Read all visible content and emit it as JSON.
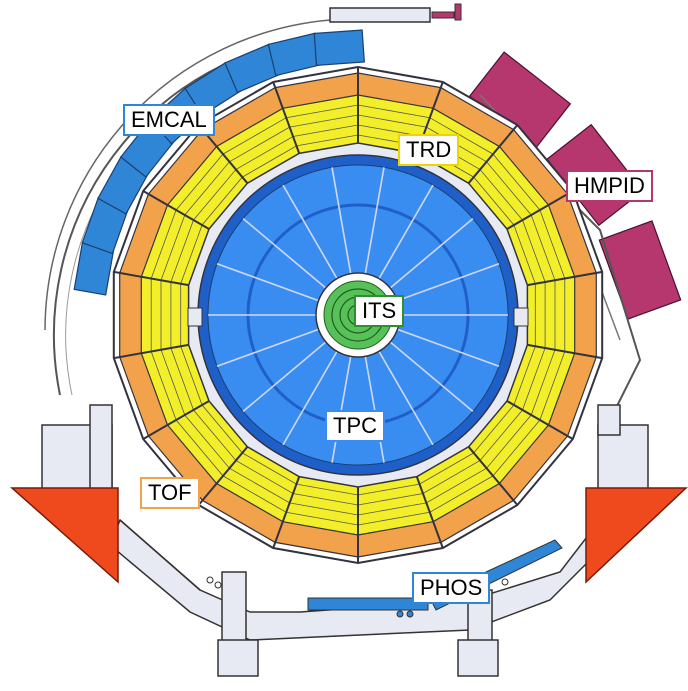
{
  "labels": {
    "emcal": "EMCAL",
    "trd": "TRD",
    "hmpid": "HMPID",
    "its": "ITS",
    "tpc": "TPC",
    "tof": "TOF",
    "phos": "PHOS"
  },
  "colors": {
    "emcal": "#2f86d6",
    "trd": "#f2ef2a",
    "hmpid": "#b5376e",
    "its": "#2f8f2f",
    "tpc": "#3a8df0",
    "tof": "#f2a24a",
    "phos": "#2f86d6",
    "support": "#e7e9f3",
    "red_block": "#ef4a1e",
    "outline": "#333340"
  }
}
